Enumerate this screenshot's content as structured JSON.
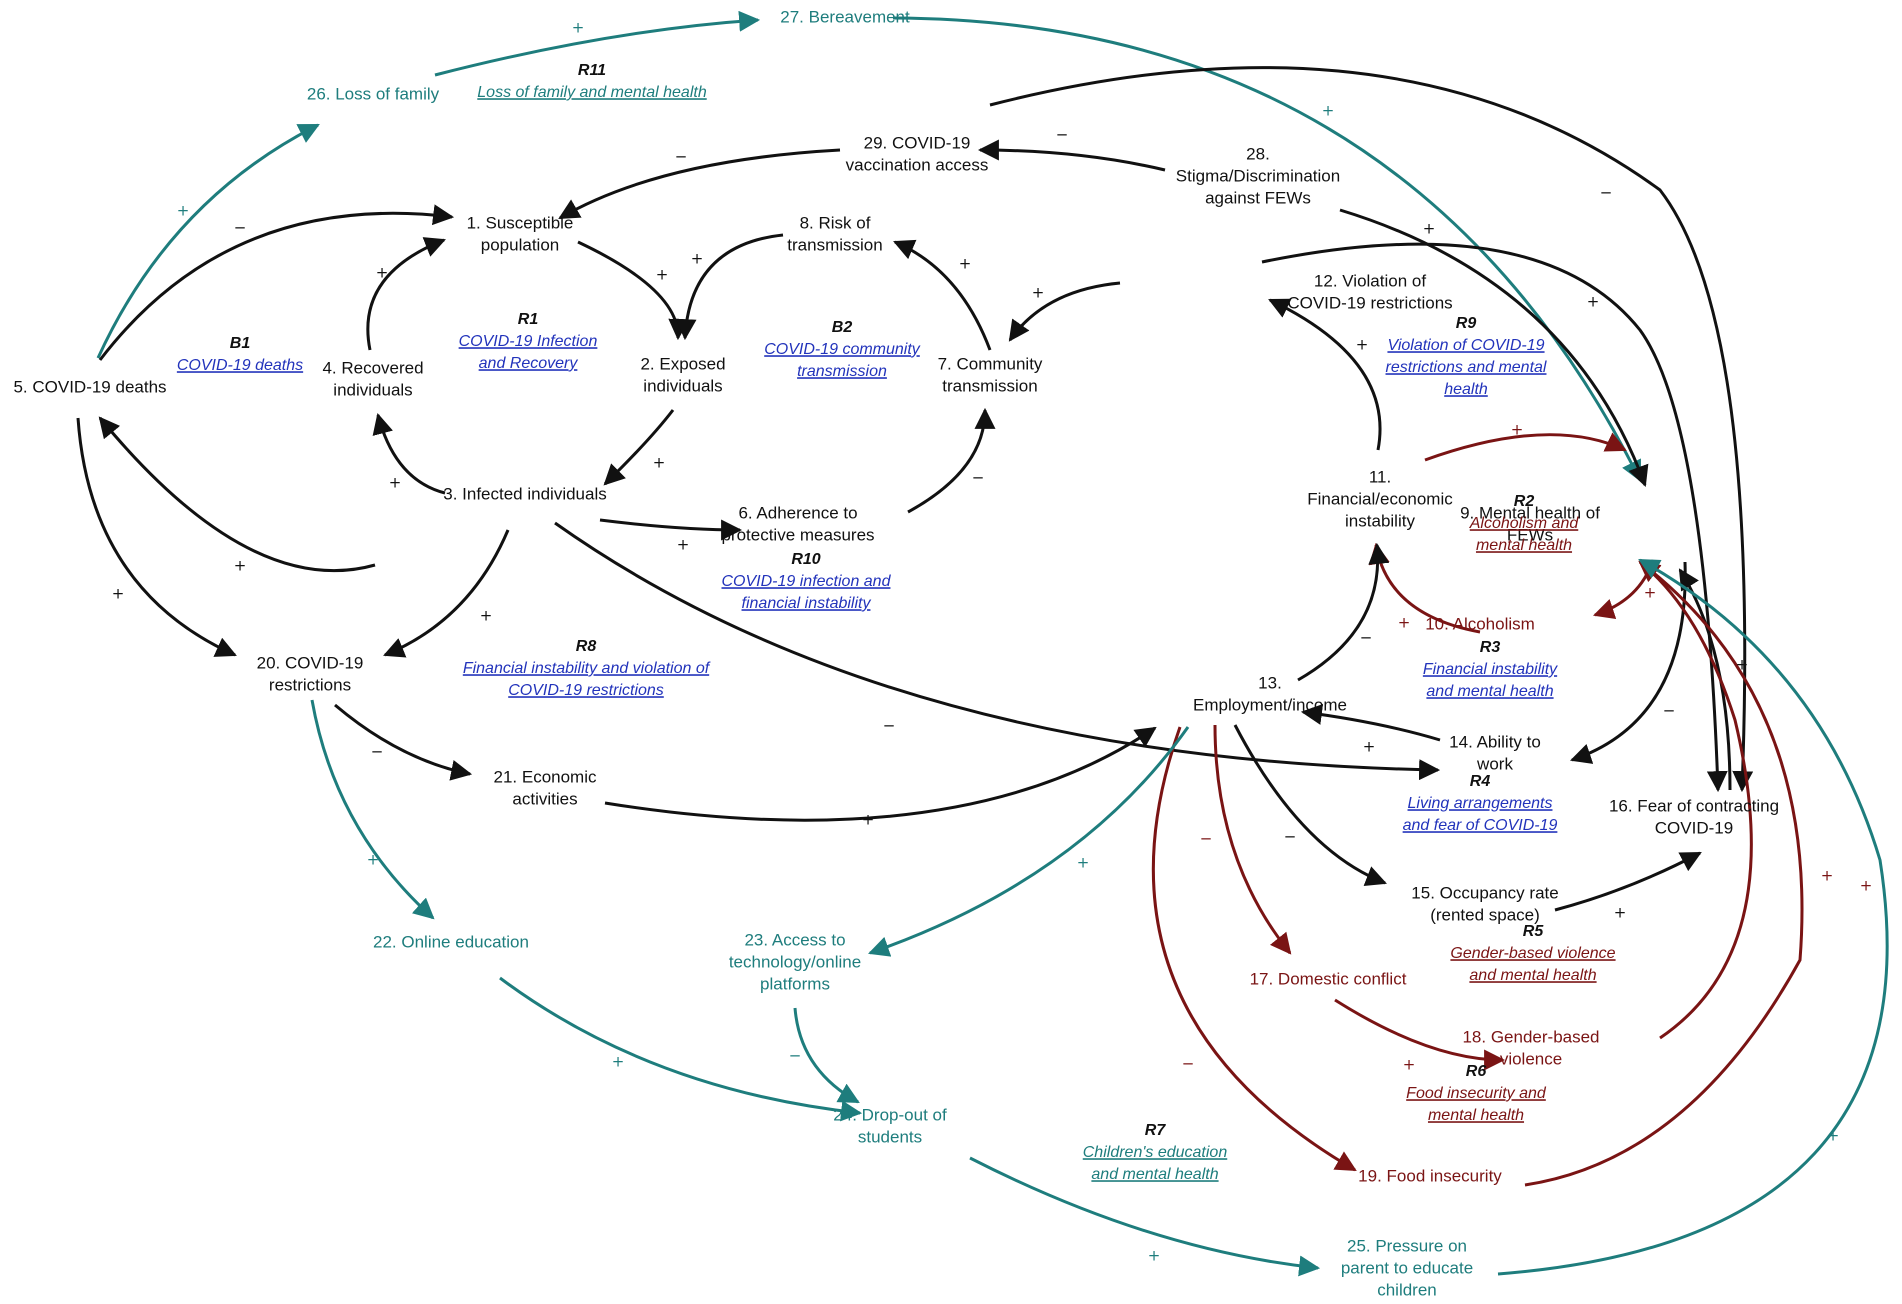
{
  "colors": {
    "black": "#111111",
    "teal": "#1e7d7d",
    "maroon": "#7a1414",
    "blue": "#2233bb"
  },
  "nodes": [
    {
      "id": "n1",
      "lines": [
        "1. Susceptible",
        "population"
      ],
      "color": "black"
    },
    {
      "id": "n2",
      "lines": [
        "2. Exposed",
        "individuals"
      ],
      "color": "black"
    },
    {
      "id": "n3",
      "lines": [
        "3. Infected individuals"
      ],
      "color": "black"
    },
    {
      "id": "n4",
      "lines": [
        "4. Recovered",
        "individuals"
      ],
      "color": "black"
    },
    {
      "id": "n5",
      "lines": [
        "5. COVID-19 deaths"
      ],
      "color": "black"
    },
    {
      "id": "n6",
      "lines": [
        "6. Adherence to",
        "protective measures"
      ],
      "color": "black"
    },
    {
      "id": "n7",
      "lines": [
        "7. Community",
        "transmission"
      ],
      "color": "black"
    },
    {
      "id": "n8",
      "lines": [
        "8. Risk of",
        "transmission"
      ],
      "color": "black"
    },
    {
      "id": "n9",
      "lines": [
        "9. Mental health of",
        "FEWs"
      ],
      "color": "black"
    },
    {
      "id": "n10",
      "lines": [
        "10. Alcoholism"
      ],
      "color": "maroon"
    },
    {
      "id": "n11",
      "lines": [
        "11.",
        "Financial/economic",
        "instability"
      ],
      "color": "black"
    },
    {
      "id": "n12",
      "lines": [
        "12. Violation of",
        "COVID-19 restrictions"
      ],
      "color": "black"
    },
    {
      "id": "n13",
      "lines": [
        "13.",
        "Employment/income"
      ],
      "color": "black"
    },
    {
      "id": "n14",
      "lines": [
        "14. Ability to",
        "work"
      ],
      "color": "black"
    },
    {
      "id": "n15",
      "lines": [
        "15. Occupancy rate",
        "(rented space)"
      ],
      "color": "black"
    },
    {
      "id": "n16",
      "lines": [
        "16. Fear of contracting",
        "COVID-19"
      ],
      "color": "black"
    },
    {
      "id": "n17",
      "lines": [
        "17. Domestic conflict"
      ],
      "color": "maroon"
    },
    {
      "id": "n18",
      "lines": [
        "18. Gender-based",
        "violence"
      ],
      "color": "maroon"
    },
    {
      "id": "n19",
      "lines": [
        "19. Food insecurity"
      ],
      "color": "maroon"
    },
    {
      "id": "n20",
      "lines": [
        "20. COVID-19",
        "restrictions"
      ],
      "color": "black"
    },
    {
      "id": "n21",
      "lines": [
        "21. Economic",
        "activities"
      ],
      "color": "black"
    },
    {
      "id": "n22",
      "lines": [
        "22. Online education"
      ],
      "color": "teal"
    },
    {
      "id": "n23",
      "lines": [
        "23. Access to",
        "technology/online",
        "platforms"
      ],
      "color": "teal"
    },
    {
      "id": "n24",
      "lines": [
        "24. Drop-out of",
        "students"
      ],
      "color": "teal"
    },
    {
      "id": "n25",
      "lines": [
        "25. Pressure on",
        "parent to educate",
        "children"
      ],
      "color": "teal"
    },
    {
      "id": "n26",
      "lines": [
        "26. Loss of family"
      ],
      "color": "teal"
    },
    {
      "id": "n27",
      "lines": [
        "27. Bereavement"
      ],
      "color": "teal"
    },
    {
      "id": "n28",
      "lines": [
        "28.",
        "Stigma/Discrimination",
        "against FEWs"
      ],
      "color": "black"
    },
    {
      "id": "n29",
      "lines": [
        "29. COVID-19",
        "vaccination access"
      ],
      "color": "black"
    }
  ],
  "loops": [
    {
      "id": "R11",
      "label": [
        "Loss of family and mental health"
      ],
      "color": "teal"
    },
    {
      "id": "R1",
      "label": [
        "COVID-19 Infection",
        "and Recovery"
      ],
      "color": "blue"
    },
    {
      "id": "B1",
      "label": [
        "COVID-19 deaths"
      ],
      "color": "blue"
    },
    {
      "id": "B2",
      "label": [
        "COVID-19 community",
        "transmission"
      ],
      "color": "blue"
    },
    {
      "id": "R9",
      "label": [
        "Violation of COVID-19",
        "restrictions and mental",
        "health"
      ],
      "color": "blue"
    },
    {
      "id": "R2",
      "label": [
        "Alcoholism and",
        "mental health"
      ],
      "color": "maroon"
    },
    {
      "id": "R10",
      "label": [
        "COVID-19 infection and",
        "financial instability"
      ],
      "color": "blue"
    },
    {
      "id": "R8",
      "label": [
        "Financial instability and violation of",
        "COVID-19 restrictions"
      ],
      "color": "blue"
    },
    {
      "id": "R3",
      "label": [
        "Financial instability",
        "and mental health"
      ],
      "color": "blue"
    },
    {
      "id": "R4",
      "label": [
        "Living arrangements",
        "and fear of COVID-19"
      ],
      "color": "blue"
    },
    {
      "id": "R5",
      "label": [
        "Gender-based violence",
        "and mental health"
      ],
      "color": "maroon"
    },
    {
      "id": "R6",
      "label": [
        "Food insecurity and",
        "mental health"
      ],
      "color": "maroon"
    },
    {
      "id": "R7",
      "label": [
        "Children's education",
        "and mental health"
      ],
      "color": "teal"
    }
  ],
  "edges": [
    {
      "from": "n5",
      "to": "n26",
      "polarity": "+",
      "color": "teal"
    },
    {
      "from": "n26",
      "to": "n27",
      "polarity": "+",
      "color": "teal"
    },
    {
      "from": "n27",
      "to": "n9",
      "polarity": "+",
      "color": "teal"
    },
    {
      "from": "n5",
      "to": "n1",
      "polarity": "−",
      "color": "black"
    },
    {
      "from": "n4",
      "to": "n1",
      "polarity": "+",
      "color": "black"
    },
    {
      "from": "n1",
      "to": "n2",
      "polarity": "+",
      "color": "black"
    },
    {
      "from": "n8",
      "to": "n2",
      "polarity": "+",
      "color": "black"
    },
    {
      "from": "n2",
      "to": "n3",
      "polarity": "+",
      "color": "black"
    },
    {
      "from": "n3",
      "to": "n4",
      "polarity": "+",
      "color": "black"
    },
    {
      "from": "n3",
      "to": "n5",
      "polarity": "+",
      "color": "black"
    },
    {
      "from": "n3",
      "to": "n6",
      "polarity": "+",
      "color": "black"
    },
    {
      "from": "n6",
      "to": "n7",
      "polarity": "−",
      "color": "black"
    },
    {
      "from": "n7",
      "to": "n8",
      "polarity": "+",
      "color": "black"
    },
    {
      "from": "n12",
      "to": "n7",
      "polarity": "+",
      "color": "black"
    },
    {
      "from": "n29",
      "to": "n1",
      "polarity": "−",
      "color": "black"
    },
    {
      "from": "n28",
      "to": "n29",
      "polarity": "−",
      "color": "black"
    },
    {
      "from": "n28",
      "to": "n9",
      "polarity": "+",
      "color": "black"
    },
    {
      "from": "n29",
      "to": "n16",
      "polarity": "−",
      "color": "black"
    },
    {
      "from": "n12",
      "to": "n16",
      "polarity": "+",
      "color": "black"
    },
    {
      "from": "n11",
      "to": "n12",
      "polarity": "+",
      "color": "black"
    },
    {
      "from": "n11",
      "to": "n9",
      "polarity": "+",
      "color": "maroon"
    },
    {
      "from": "n9",
      "to": "n10",
      "polarity": "+",
      "color": "maroon"
    },
    {
      "from": "n10",
      "to": "n11",
      "polarity": "+",
      "color": "maroon"
    },
    {
      "from": "n13",
      "to": "n11",
      "polarity": "−",
      "color": "black"
    },
    {
      "from": "n9",
      "to": "n14",
      "polarity": "−",
      "color": "black"
    },
    {
      "from": "n16",
      "to": "n9",
      "polarity": "+",
      "color": "black"
    },
    {
      "from": "n14",
      "to": "n13",
      "polarity": "+",
      "color": "black"
    },
    {
      "from": "n3",
      "to": "n14",
      "polarity": "−",
      "color": "black"
    },
    {
      "from": "n3",
      "to": "n20",
      "polarity": "+",
      "color": "black"
    },
    {
      "from": "n5",
      "to": "n20",
      "polarity": "+",
      "color": "black"
    },
    {
      "from": "n20",
      "to": "n21",
      "polarity": "−",
      "color": "black"
    },
    {
      "from": "n21",
      "to": "n13",
      "polarity": "+",
      "color": "black"
    },
    {
      "from": "n13",
      "to": "n15",
      "polarity": "−",
      "color": "black"
    },
    {
      "from": "n15",
      "to": "n16",
      "polarity": "+",
      "color": "black"
    },
    {
      "from": "n13",
      "to": "n17",
      "polarity": "−",
      "color": "maroon"
    },
    {
      "from": "n17",
      "to": "n18",
      "polarity": "+",
      "color": "maroon"
    },
    {
      "from": "n18",
      "to": "n9",
      "polarity": "+",
      "color": "maroon"
    },
    {
      "from": "n13",
      "to": "n19",
      "polarity": "−",
      "color": "maroon"
    },
    {
      "from": "n19",
      "to": "n9",
      "polarity": "+",
      "color": "maroon"
    },
    {
      "from": "n20",
      "to": "n22",
      "polarity": "+",
      "color": "teal"
    },
    {
      "from": "n22",
      "to": "n24",
      "polarity": "+",
      "color": "teal"
    },
    {
      "from": "n13",
      "to": "n23",
      "polarity": "+",
      "color": "teal"
    },
    {
      "from": "n23",
      "to": "n24",
      "polarity": "−",
      "color": "teal"
    },
    {
      "from": "n24",
      "to": "n25",
      "polarity": "+",
      "color": "teal"
    },
    {
      "from": "n25",
      "to": "n9",
      "polarity": "+",
      "color": "teal"
    }
  ]
}
